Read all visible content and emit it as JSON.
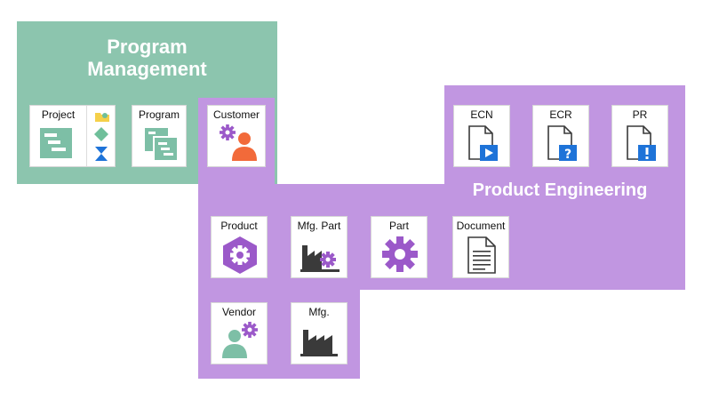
{
  "program_management": {
    "title_line1": "Program",
    "title_line2": "Management",
    "tiles": {
      "project": "Project",
      "program": "Program",
      "customer": "Customer"
    }
  },
  "product_engineering": {
    "title": "Product Engineering",
    "tiles": {
      "ecn": "ECN",
      "ecr": "ECR",
      "pr": "PR",
      "product": "Product",
      "mfg_part": "Mfg. Part",
      "part": "Part",
      "document": "Document",
      "vendor": "Vendor",
      "mfg": "Mfg."
    }
  },
  "colors": {
    "program_management_bg": "#8cc5ae",
    "product_engineering_bg": "#c196e1",
    "teal_icon": "#7dbfa6",
    "purple_icon": "#9b59c9",
    "orange_icon": "#f26a3a",
    "blue_icon": "#1e73d8",
    "dark_icon": "#3a3a3a"
  },
  "icons": [
    "gantt-icon",
    "diamond-milestone-icon",
    "folder-icon",
    "hourglass-icon",
    "program-stack-icon",
    "customer-person-gear-icon",
    "ecn-play-icon",
    "ecr-question-icon",
    "pr-exclamation-icon",
    "product-hexagon-gear-icon",
    "mfg-part-factory-gear-icon",
    "part-gear-icon",
    "document-icon",
    "vendor-person-gear-icon",
    "factory-icon"
  ]
}
